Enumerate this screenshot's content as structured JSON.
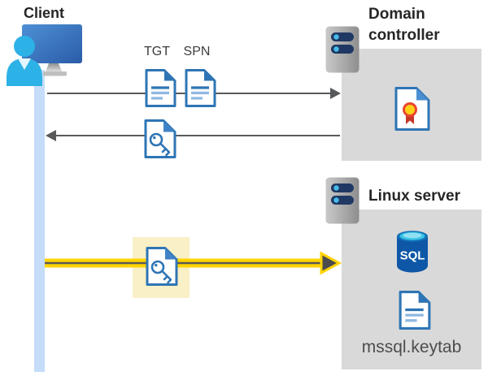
{
  "client": {
    "label": "Client"
  },
  "domain_controller": {
    "label": "Domain controller"
  },
  "linux_server": {
    "label": "Linux server",
    "sql_label": "SQL",
    "keytab_label": "mssql.keytab"
  },
  "tickets": {
    "tgt_label": "TGT",
    "spn_label": "SPN"
  },
  "flows": {
    "request": {
      "from": "client",
      "to": "domain-controller",
      "items": [
        "TGT",
        "SPN"
      ]
    },
    "response": {
      "from": "domain-controller",
      "to": "client",
      "item": "key-ticket"
    },
    "auth": {
      "from": "client",
      "to": "linux-server",
      "item": "key-ticket",
      "highlighted": true
    }
  },
  "icons": {
    "client": "user-workstation-icon",
    "server": "server-icon",
    "ticket": "document-icon",
    "key_ticket": "key-document-icon",
    "certificate": "certificate-icon",
    "database": "sql-database-icon"
  },
  "colors": {
    "doc_blue": "#2E75B5",
    "doc_line_light": "#8FB8E2",
    "box_gray": "#D9D9D9",
    "lifeline_blue": "#C5DDF8",
    "arrow_gray": "#58595B",
    "highlight_yellow_bg": "#FAF0C7",
    "arrow_yellow": "#FFD400",
    "server_bar_navy": "#203864",
    "server_dot_cyan": "#45BDE8",
    "sql_blue": "#0D57A6",
    "person_cyan": "#2DB2E7",
    "title_text": "#262626"
  }
}
